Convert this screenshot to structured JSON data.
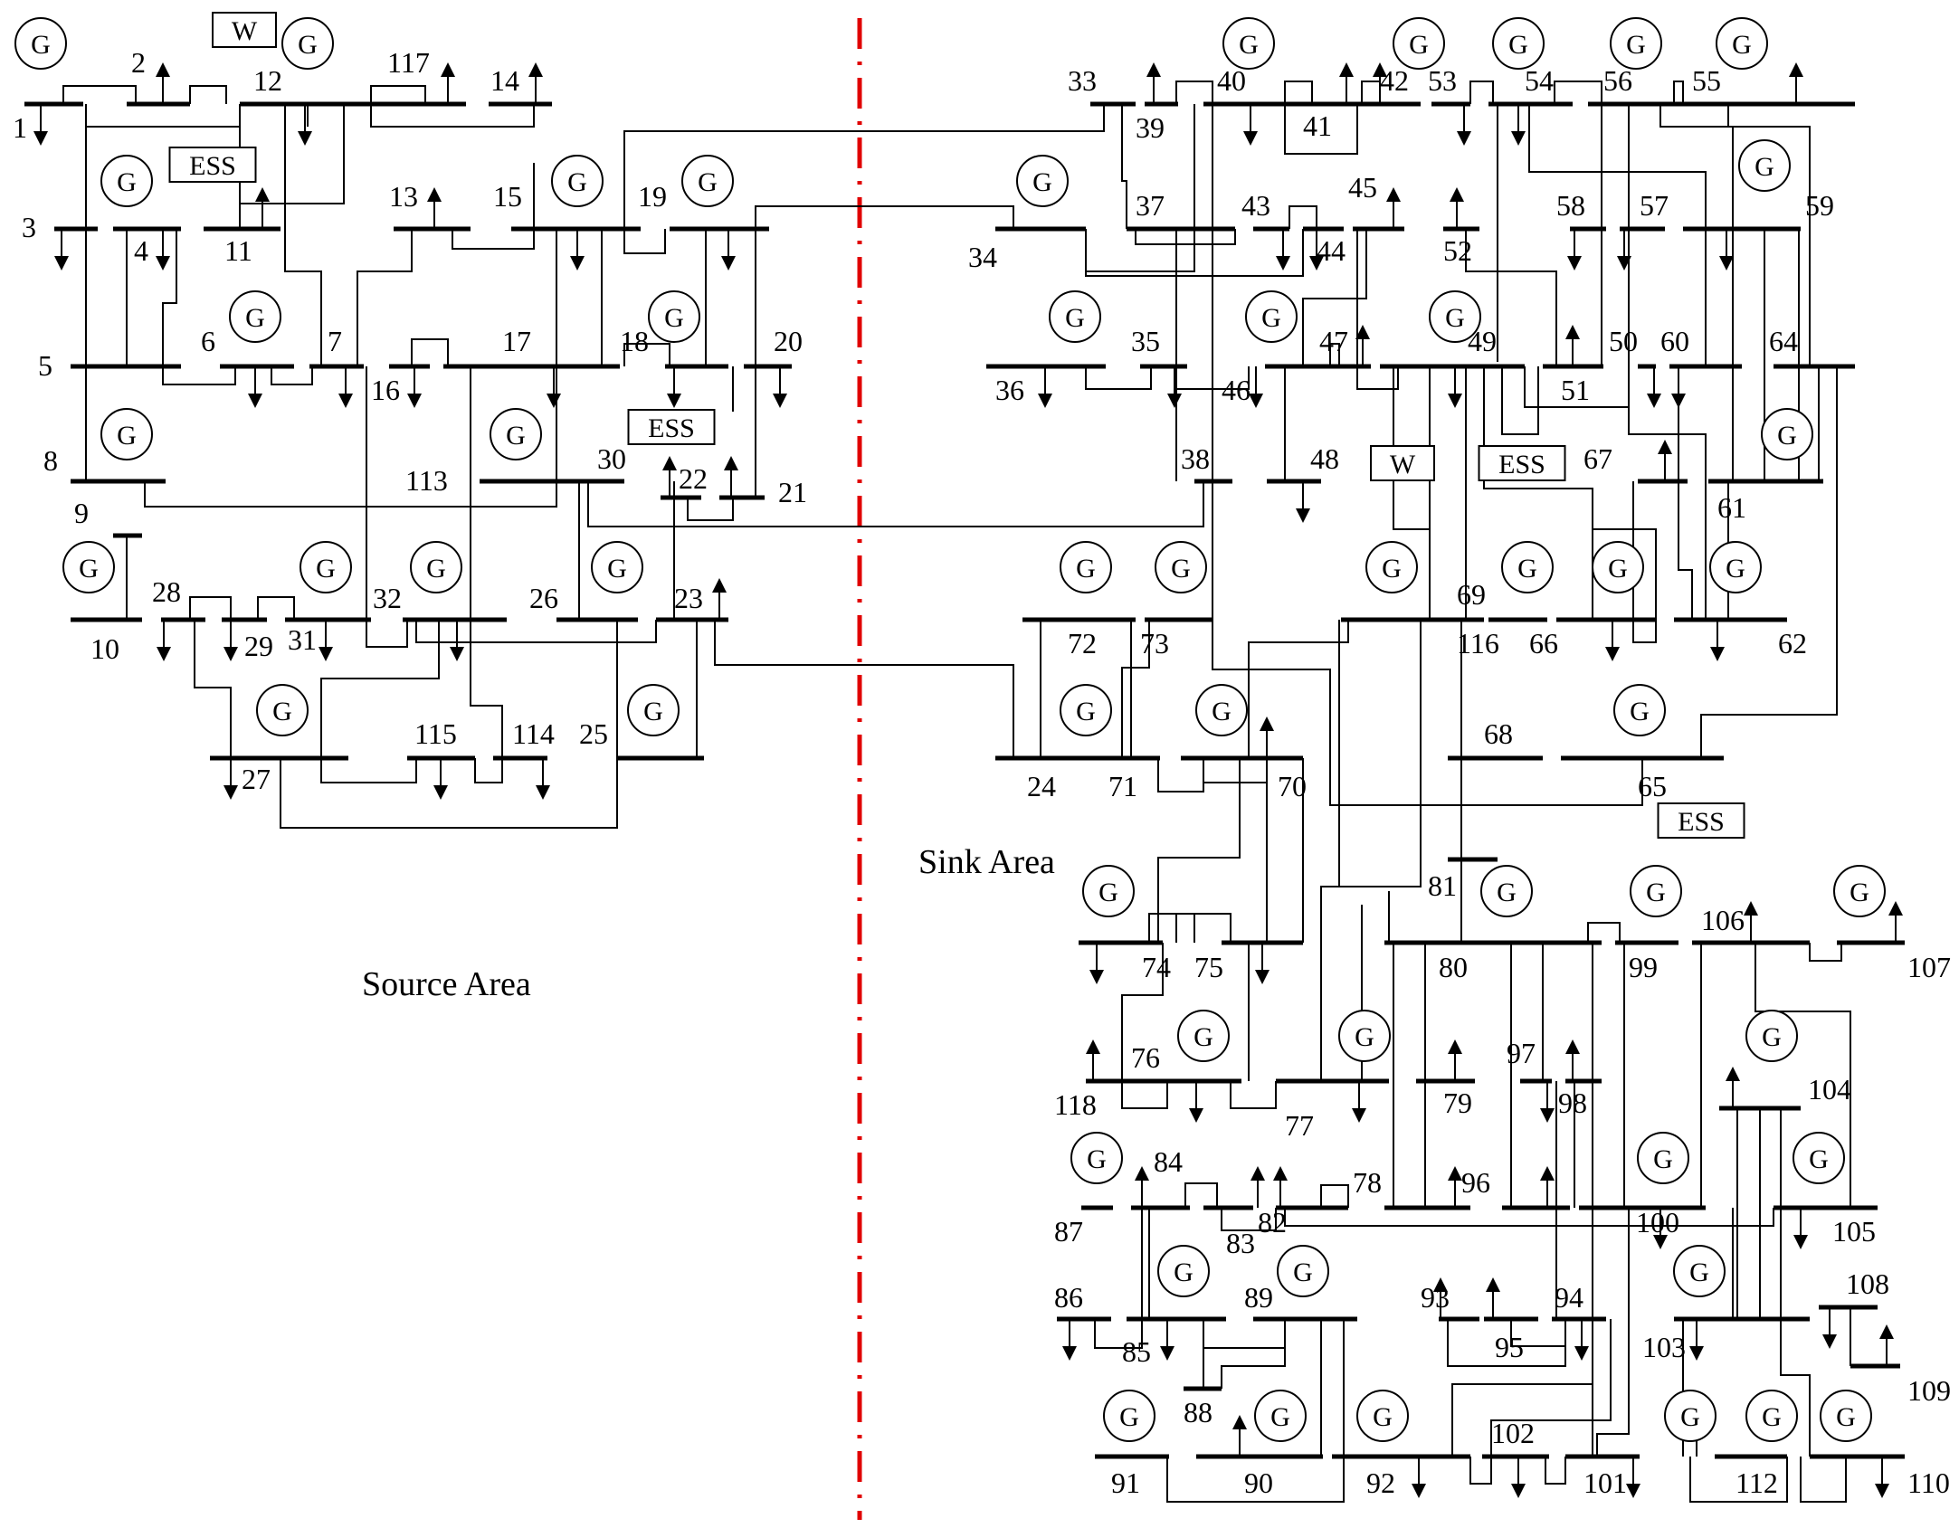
{
  "diagram": {
    "areas": {
      "source": "Source Area",
      "sink": "Sink Area"
    },
    "divider_color": "#e00000",
    "generator_symbol": "G",
    "buses": [
      {
        "id": "1",
        "text": "1"
      },
      {
        "id": "2",
        "text": "2"
      },
      {
        "id": "3",
        "text": "3"
      },
      {
        "id": "4",
        "text": "4"
      },
      {
        "id": "5",
        "text": "5"
      },
      {
        "id": "6",
        "text": "6"
      },
      {
        "id": "7",
        "text": "7"
      },
      {
        "id": "8",
        "text": "8"
      },
      {
        "id": "9",
        "text": "9"
      },
      {
        "id": "10",
        "text": "10"
      },
      {
        "id": "11",
        "text": "11"
      },
      {
        "id": "12",
        "text": "12"
      },
      {
        "id": "13",
        "text": "13"
      },
      {
        "id": "14",
        "text": "14"
      },
      {
        "id": "15",
        "text": "15"
      },
      {
        "id": "16",
        "text": "16"
      },
      {
        "id": "17",
        "text": "17"
      },
      {
        "id": "18",
        "text": "18"
      },
      {
        "id": "19",
        "text": "19"
      },
      {
        "id": "20",
        "text": "20"
      },
      {
        "id": "21",
        "text": "21"
      },
      {
        "id": "22",
        "text": "22"
      },
      {
        "id": "23",
        "text": "23"
      },
      {
        "id": "24",
        "text": "24"
      },
      {
        "id": "25",
        "text": "25"
      },
      {
        "id": "26",
        "text": "26"
      },
      {
        "id": "27",
        "text": "27"
      },
      {
        "id": "28",
        "text": "28"
      },
      {
        "id": "29",
        "text": "29"
      },
      {
        "id": "30",
        "text": "30"
      },
      {
        "id": "31",
        "text": "31"
      },
      {
        "id": "32",
        "text": "32"
      },
      {
        "id": "33",
        "text": "33"
      },
      {
        "id": "34",
        "text": "34"
      },
      {
        "id": "35",
        "text": "35"
      },
      {
        "id": "36",
        "text": "36"
      },
      {
        "id": "37",
        "text": "37"
      },
      {
        "id": "38",
        "text": "38"
      },
      {
        "id": "39",
        "text": "39"
      },
      {
        "id": "40",
        "text": "40"
      },
      {
        "id": "41",
        "text": "41"
      },
      {
        "id": "42",
        "text": "42"
      },
      {
        "id": "43",
        "text": "43"
      },
      {
        "id": "44",
        "text": "44"
      },
      {
        "id": "45",
        "text": "45"
      },
      {
        "id": "46",
        "text": "46"
      },
      {
        "id": "47",
        "text": "47"
      },
      {
        "id": "48",
        "text": "48"
      },
      {
        "id": "49",
        "text": "49"
      },
      {
        "id": "50",
        "text": "50"
      },
      {
        "id": "51",
        "text": "51"
      },
      {
        "id": "52",
        "text": "52"
      },
      {
        "id": "53",
        "text": "53"
      },
      {
        "id": "54",
        "text": "54"
      },
      {
        "id": "55",
        "text": "55"
      },
      {
        "id": "56",
        "text": "56"
      },
      {
        "id": "57",
        "text": "57"
      },
      {
        "id": "58",
        "text": "58"
      },
      {
        "id": "59",
        "text": "59"
      },
      {
        "id": "60",
        "text": "60"
      },
      {
        "id": "61",
        "text": "61"
      },
      {
        "id": "62",
        "text": "62"
      },
      {
        "id": "64",
        "text": "64"
      },
      {
        "id": "65",
        "text": "65"
      },
      {
        "id": "66",
        "text": "66"
      },
      {
        "id": "67",
        "text": "67"
      },
      {
        "id": "68",
        "text": "68"
      },
      {
        "id": "69",
        "text": "69"
      },
      {
        "id": "70",
        "text": "70"
      },
      {
        "id": "71",
        "text": "71"
      },
      {
        "id": "72",
        "text": "72"
      },
      {
        "id": "73",
        "text": "73"
      },
      {
        "id": "74",
        "text": "74"
      },
      {
        "id": "75",
        "text": "75"
      },
      {
        "id": "76",
        "text": "76"
      },
      {
        "id": "77",
        "text": "77"
      },
      {
        "id": "78",
        "text": "78"
      },
      {
        "id": "79",
        "text": "79"
      },
      {
        "id": "80",
        "text": "80"
      },
      {
        "id": "81",
        "text": "81"
      },
      {
        "id": "82",
        "text": "82"
      },
      {
        "id": "83",
        "text": "83"
      },
      {
        "id": "84",
        "text": "84"
      },
      {
        "id": "85",
        "text": "85"
      },
      {
        "id": "86",
        "text": "86"
      },
      {
        "id": "87",
        "text": "87"
      },
      {
        "id": "88",
        "text": "88"
      },
      {
        "id": "89",
        "text": "89"
      },
      {
        "id": "90",
        "text": "90"
      },
      {
        "id": "91",
        "text": "91"
      },
      {
        "id": "92",
        "text": "92"
      },
      {
        "id": "93",
        "text": "93"
      },
      {
        "id": "94",
        "text": "94"
      },
      {
        "id": "95",
        "text": "95"
      },
      {
        "id": "96",
        "text": "96"
      },
      {
        "id": "97",
        "text": "97"
      },
      {
        "id": "98",
        "text": "98"
      },
      {
        "id": "99",
        "text": "99"
      },
      {
        "id": "100",
        "text": "100"
      },
      {
        "id": "101",
        "text": "101"
      },
      {
        "id": "102",
        "text": "102"
      },
      {
        "id": "103",
        "text": "103"
      },
      {
        "id": "104",
        "text": "104"
      },
      {
        "id": "105",
        "text": "105"
      },
      {
        "id": "106",
        "text": "106"
      },
      {
        "id": "107",
        "text": "107"
      },
      {
        "id": "108",
        "text": "108"
      },
      {
        "id": "109",
        "text": "109"
      },
      {
        "id": "110",
        "text": "110"
      },
      {
        "id": "112",
        "text": "112"
      },
      {
        "id": "113",
        "text": "113"
      },
      {
        "id": "114",
        "text": "114"
      },
      {
        "id": "115",
        "text": "115"
      },
      {
        "id": "116",
        "text": "116"
      },
      {
        "id": "117",
        "text": "117"
      },
      {
        "id": "118",
        "text": "118"
      }
    ],
    "wind_label": "W",
    "storage_label": "ESS"
  }
}
